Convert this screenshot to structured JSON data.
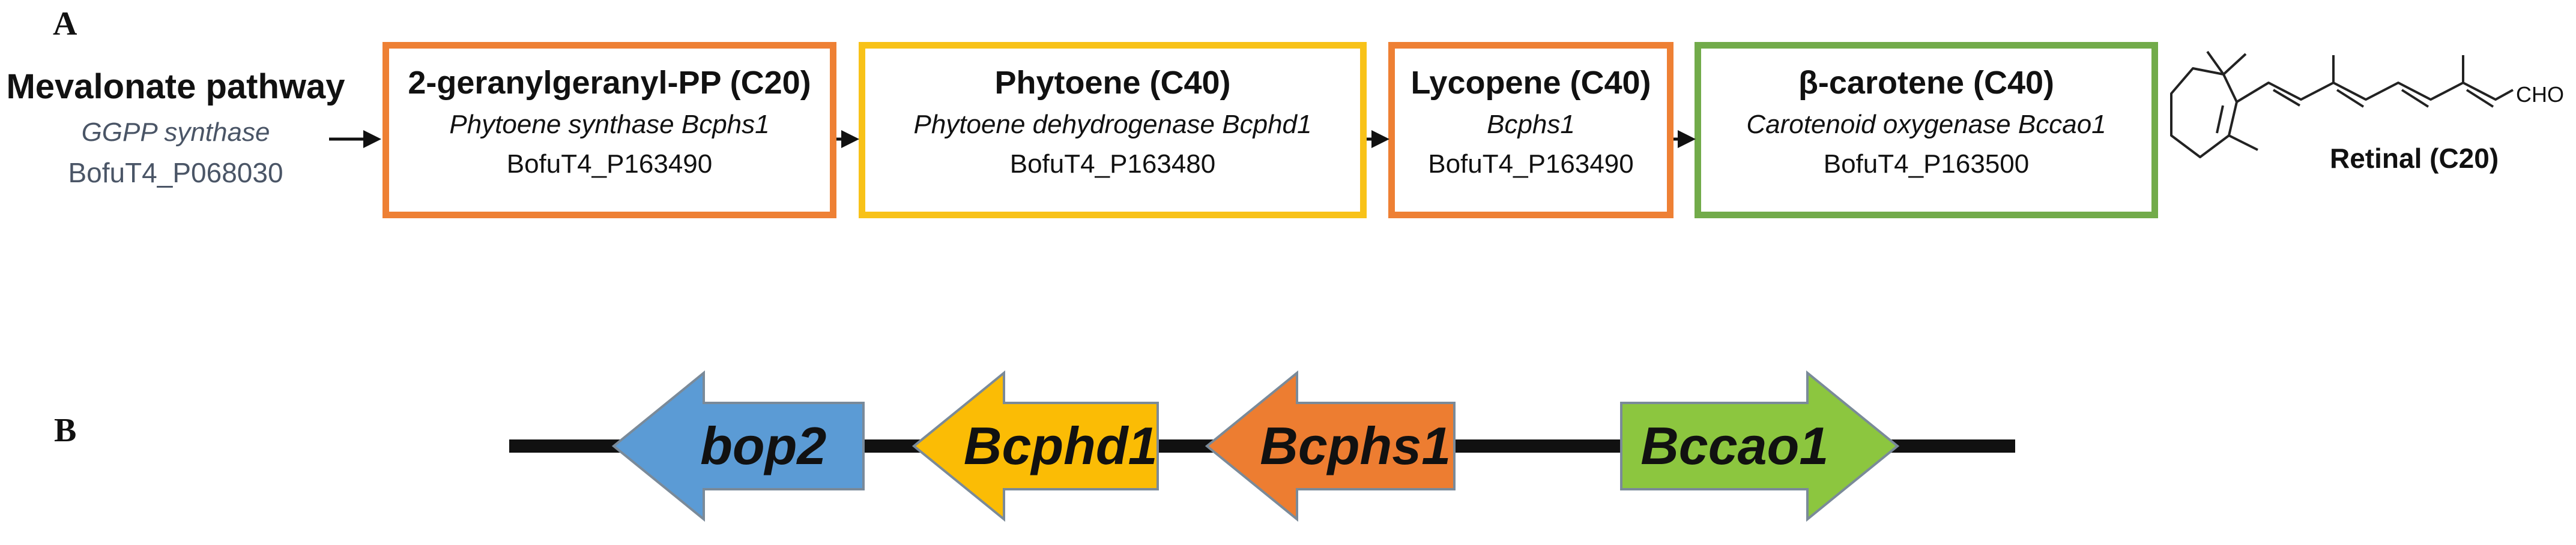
{
  "panels": {
    "a": "A",
    "b": "B"
  },
  "precursor": {
    "title": "Mevalonate pathway",
    "enzyme": "GGPP synthase",
    "locus": "BofuT4_P068030"
  },
  "steps": [
    {
      "title": "2-geranylgeranyl-PP (C20)",
      "enzyme": "Phytoene synthase Bcphs1",
      "locus": "BofuT4_P163490",
      "border_color": "#ee8034"
    },
    {
      "title": "Phytoene (C40)",
      "enzyme": "Phytoene dehydrogenase Bcphd1",
      "locus": "BofuT4_P163480",
      "border_color": "#f8c218"
    },
    {
      "title": "Lycopene (C40)",
      "enzyme": "Bcphs1",
      "locus": "BofuT4_P163490",
      "border_color": "#ee8034"
    },
    {
      "title": "β-carotene (C40)",
      "enzyme": "Carotenoid oxygenase Bccao1",
      "locus": "BofuT4_P163500",
      "border_color": "#72ab4a"
    }
  ],
  "product": {
    "name": "Retinal (C20)",
    "group_label": "CHO"
  },
  "gene_cluster": {
    "genes": [
      {
        "name": "bop2",
        "direction": "left",
        "color": "#5b9bd5"
      },
      {
        "name": "Bcphd1",
        "direction": "left",
        "color": "#fbbc05"
      },
      {
        "name": "Bcphs1",
        "direction": "left",
        "color": "#ed7d31"
      },
      {
        "name": "Bccao1",
        "direction": "right",
        "color": "#8cc63f"
      }
    ]
  }
}
